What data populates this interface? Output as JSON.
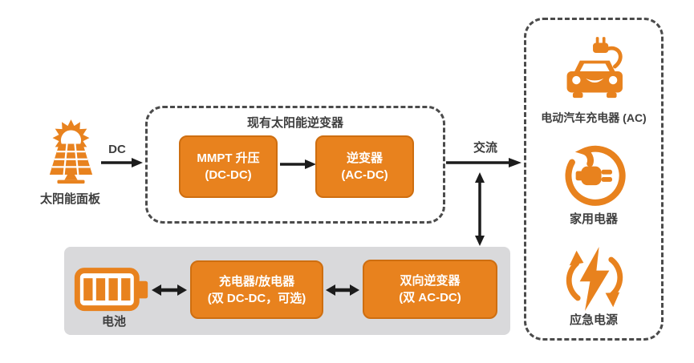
{
  "colors": {
    "accent_orange": "#E8821E",
    "accent_orange_dark": "#CE6E10",
    "panel_gray": "#D9D9DB",
    "dash_gray": "#4B4B4B",
    "text_dark": "#3E3E3E",
    "arrow_black": "#1C1C1C"
  },
  "solar": {
    "label": "太阳能面板"
  },
  "dc_arrow": {
    "label": "DC"
  },
  "inverter_group": {
    "title": "现有太阳能逆变器",
    "boxes": [
      {
        "line1": "MMPT 升压",
        "line2": "(DC-DC)"
      },
      {
        "line1": "逆变器",
        "line2": "(AC-DC)"
      }
    ]
  },
  "ac_arrow": {
    "label": "交流"
  },
  "battery_group": {
    "battery_label": "电池",
    "boxes": [
      {
        "line1": "充电器/放电器",
        "line2": "(双 DC-DC，可选)"
      },
      {
        "line1": "双向逆变器",
        "line2": "(双 AC-DC)"
      }
    ]
  },
  "loads_panel": {
    "items": [
      {
        "icon": "ev-charger-icon",
        "label": "电动汽车充电器 (AC)"
      },
      {
        "icon": "household-plug-icon",
        "label": "家用电器"
      },
      {
        "icon": "emergency-power-icon",
        "label": "应急电源"
      }
    ]
  }
}
